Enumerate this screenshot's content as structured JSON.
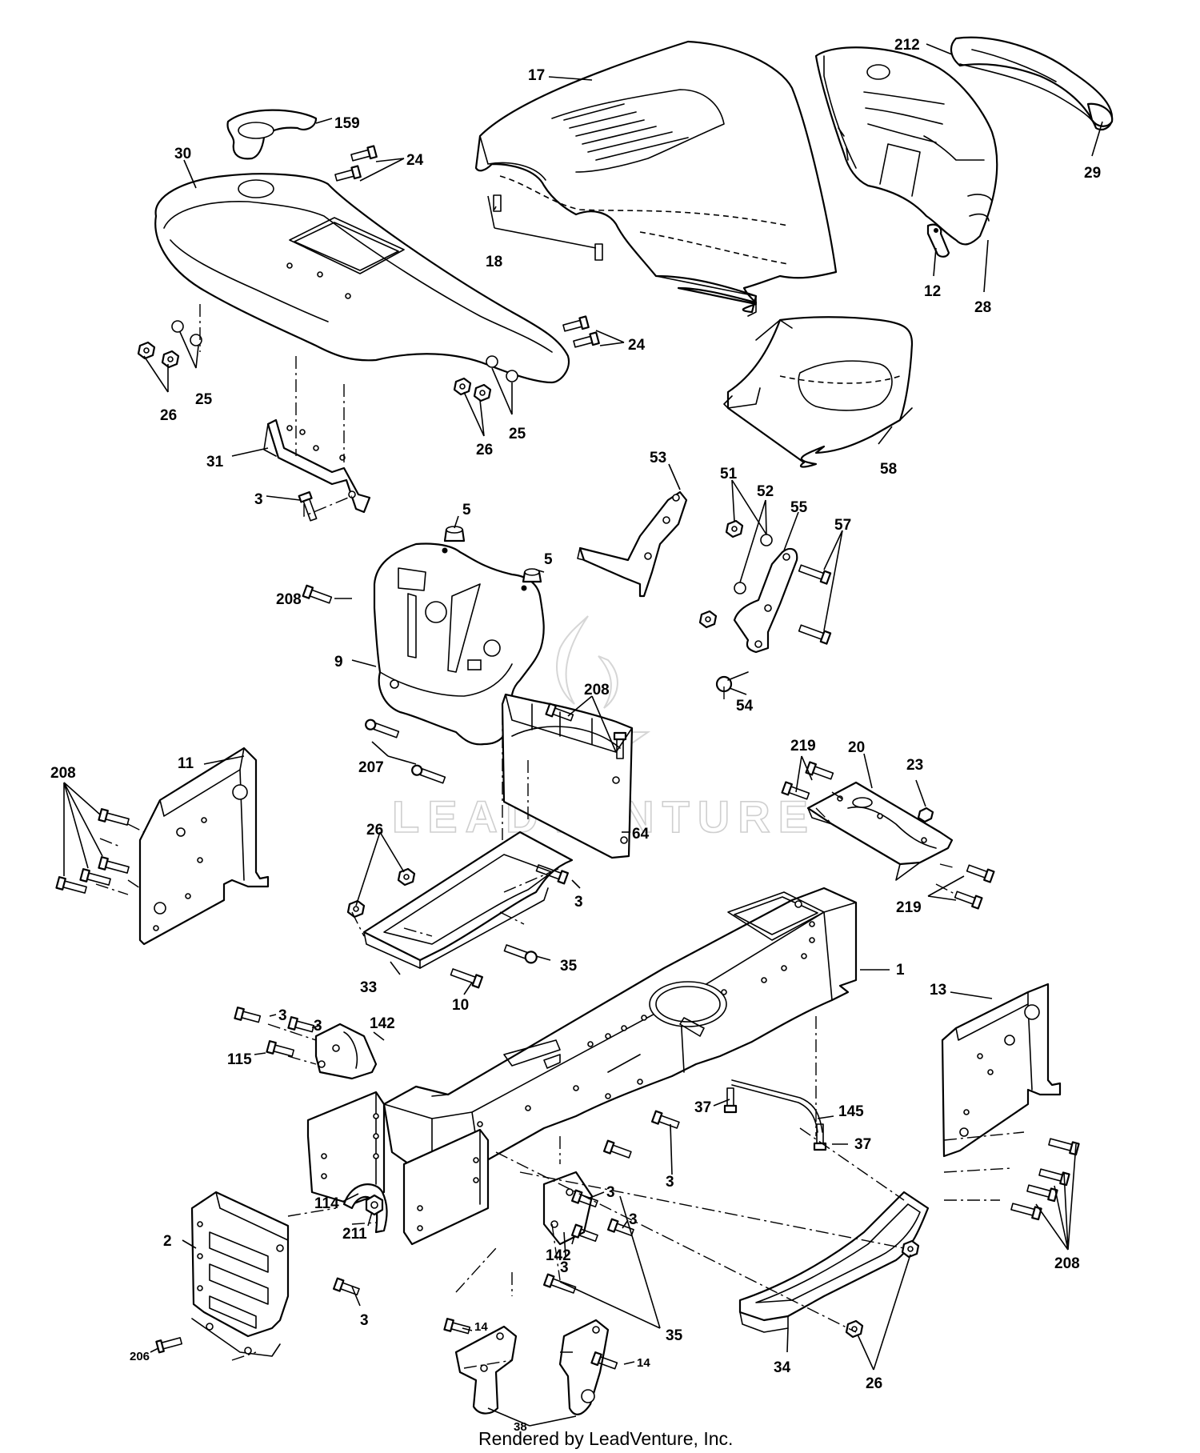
{
  "watermark": "LEADVENTURE",
  "credit": "Rendered by LeadVenture, Inc.",
  "callouts": {
    "c17": "17",
    "c212": "212",
    "c159": "159",
    "c30": "30",
    "c24a": "24",
    "c29": "29",
    "c18": "18",
    "c12": "12",
    "c28": "28",
    "c24b": "24",
    "c25a": "25",
    "c26a": "26",
    "c26b": "26",
    "c25b": "25",
    "c31": "31",
    "c3a": "3",
    "c58": "58",
    "c53": "53",
    "c51": "51",
    "c52": "52",
    "c55": "55",
    "c57": "57",
    "c5a": "5",
    "c5b": "5",
    "c208a": "208",
    "c9": "9",
    "c208b": "208",
    "c207": "207",
    "c54": "54",
    "c219a": "219",
    "c20": "20",
    "c23": "23",
    "c208c": "208",
    "c11": "11",
    "c64": "64",
    "c219b": "219",
    "c26c": "26",
    "c3b": "3",
    "c35a": "35",
    "c33": "33",
    "c10": "10",
    "c1": "1",
    "c13": "13",
    "c3c": "3",
    "c3d": "3",
    "c142a": "142",
    "c115": "115",
    "c37a": "37",
    "c145": "145",
    "c37b": "37",
    "c3e": "3",
    "c114": "114",
    "c211": "211",
    "c3f": "3",
    "c3g": "3",
    "c142b": "142",
    "c3h": "3",
    "c2": "2",
    "c208d": "208",
    "c35b": "35",
    "c3i": "3",
    "c206": "206",
    "c14a": "14",
    "c14b": "14",
    "c34": "34",
    "c26d": "26",
    "c38": "38"
  }
}
